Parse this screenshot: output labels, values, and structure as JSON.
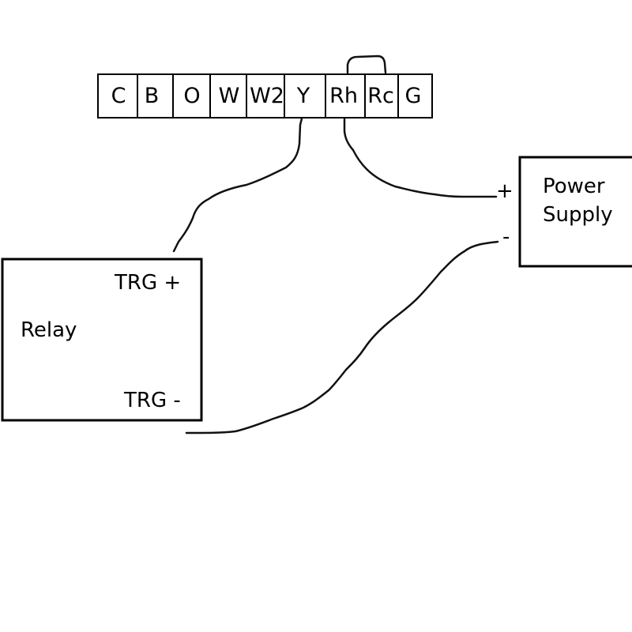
{
  "terminal_block": {
    "terminals": [
      {
        "label": "C"
      },
      {
        "label": "B"
      },
      {
        "label": "O"
      },
      {
        "label": "W"
      },
      {
        "label": "W2"
      },
      {
        "label": "Y"
      },
      {
        "label": "Rh"
      },
      {
        "label": "Rc"
      },
      {
        "label": "G"
      }
    ]
  },
  "relay": {
    "title": "Relay",
    "trg_plus": "TRG +",
    "trg_minus": "TRG -"
  },
  "power_supply": {
    "title_line1": "Power",
    "title_line2": "Supply",
    "plus_label": "+",
    "minus_label": "-"
  },
  "connections": [
    {
      "from": "Y",
      "to": "TRG +"
    },
    {
      "from": "Rh",
      "to": "+"
    },
    {
      "from": "Rh",
      "to": "Rc"
    },
    {
      "from": "-",
      "to": "TRG -"
    }
  ]
}
